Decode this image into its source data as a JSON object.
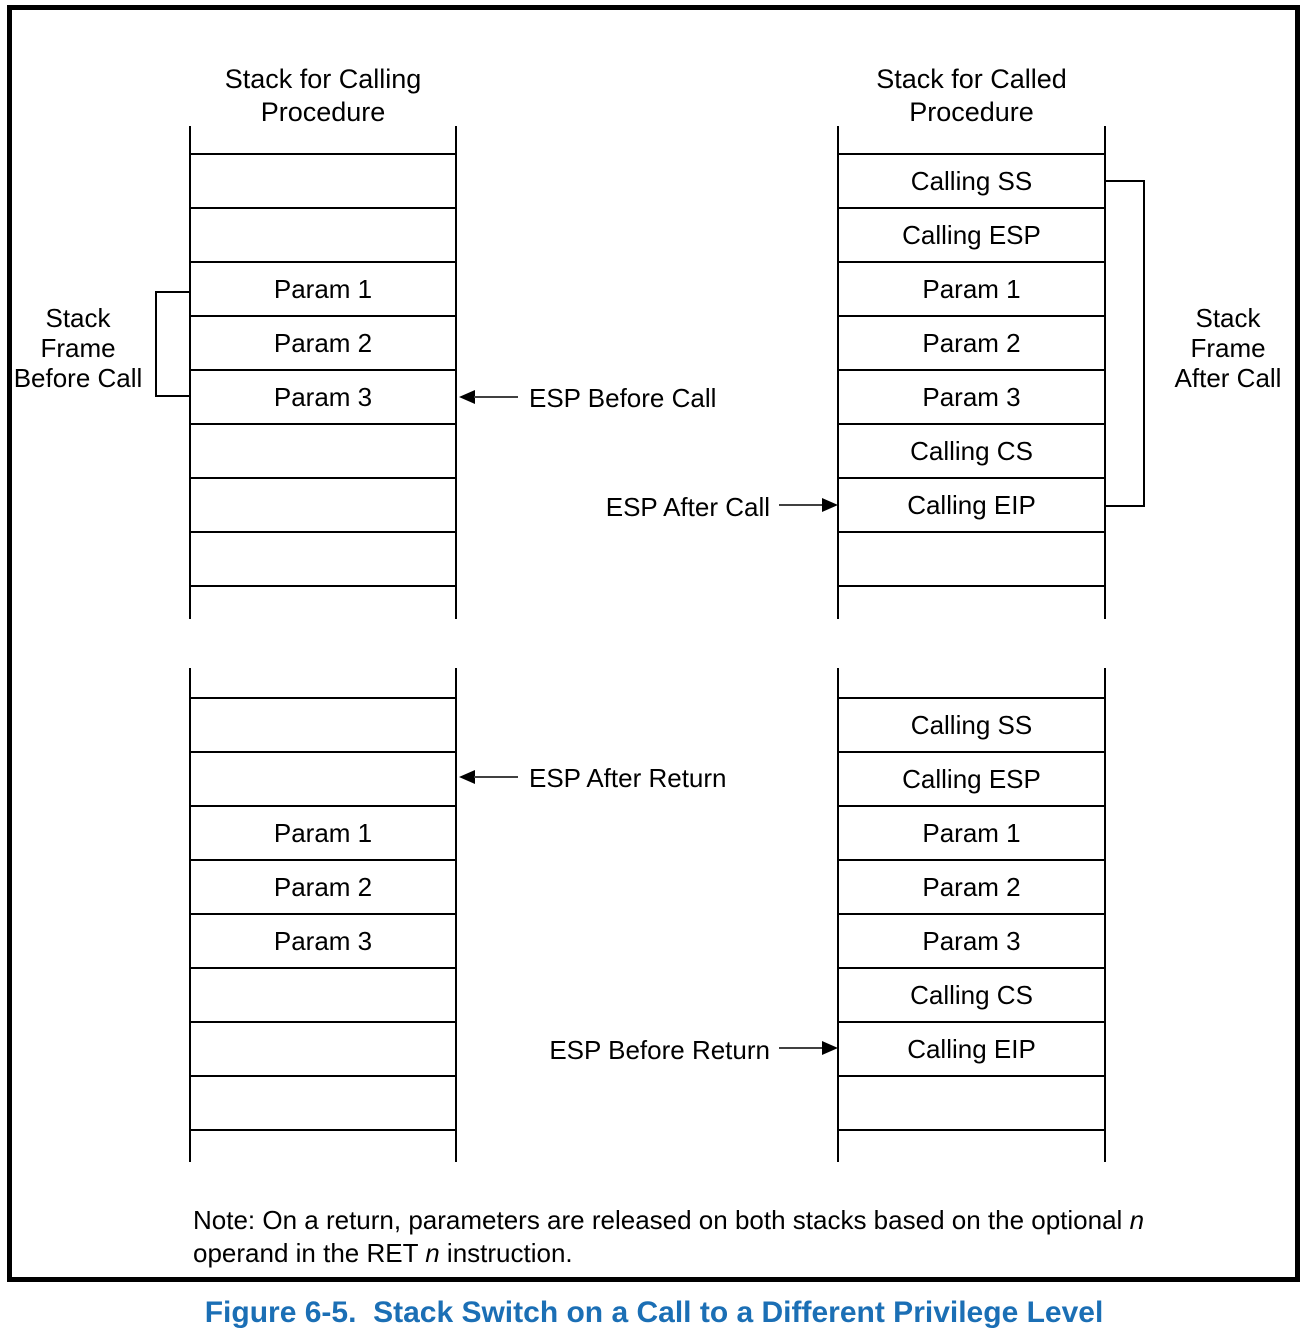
{
  "titles": {
    "left": {
      "line1": "Stack for Calling",
      "line2": "Procedure"
    },
    "right": {
      "line1": "Stack for Called",
      "line2": "Procedure"
    }
  },
  "stacks": [
    {
      "name": "stack-for-calling-procedure-before-call",
      "cells": [
        "",
        "",
        "Param 1",
        "Param 2",
        "Param 3",
        "",
        "",
        ""
      ]
    },
    {
      "name": "stack-for-called-procedure-after-call",
      "cells": [
        "Calling SS",
        "Calling ESP",
        "Param 1",
        "Param 2",
        "Param 3",
        "Calling CS",
        "Calling EIP",
        ""
      ]
    },
    {
      "name": "stack-for-calling-procedure-after-return",
      "cells": [
        "",
        "",
        "Param 1",
        "Param 2",
        "Param 3",
        "",
        "",
        ""
      ]
    },
    {
      "name": "stack-for-called-procedure-before-return",
      "cells": [
        "Calling SS",
        "Calling ESP",
        "Param 1",
        "Param 2",
        "Param 3",
        "Calling CS",
        "Calling EIP",
        ""
      ]
    }
  ],
  "frame_labels": {
    "before": {
      "line1": "Stack",
      "line2": "Frame",
      "line3": "Before Call"
    },
    "after": {
      "line1": "Stack",
      "line2": "Frame",
      "line3": "After Call"
    }
  },
  "pointers": {
    "esp_before_call": "ESP Before Call",
    "esp_after_call": "ESP After Call",
    "esp_after_return": "ESP After Return",
    "esp_before_return": "ESP Before Return"
  },
  "note": {
    "line1_text": "Note: On a return, parameters are released on both stacks based on the optional ",
    "line1_italic": "n",
    "line2_pre": "operand in the RET ",
    "line2_italic": "n",
    "line2_post": " instruction."
  },
  "caption": "Figure 6-5.  Stack Switch on a Call to a Different Privilege Level",
  "colors": {
    "caption": "#1b6fb5",
    "line": "#000000"
  }
}
